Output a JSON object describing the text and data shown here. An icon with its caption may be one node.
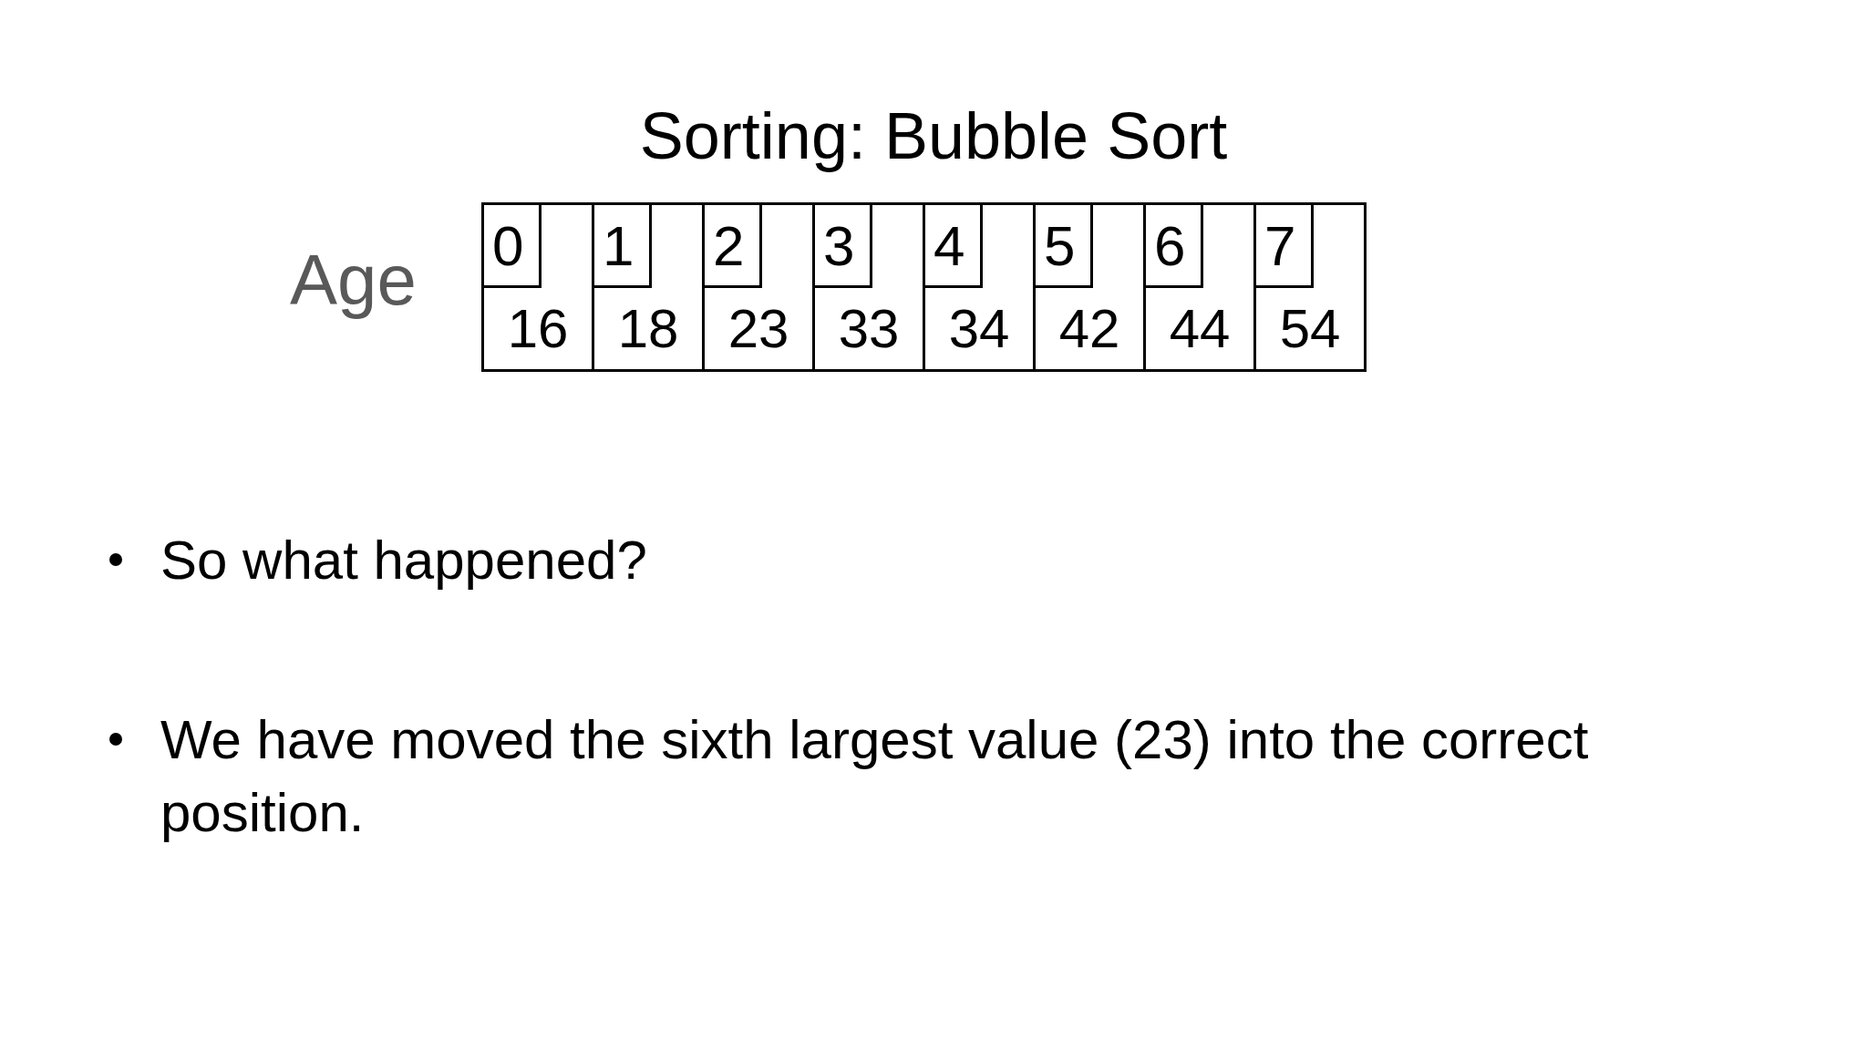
{
  "diagram": {
    "title": "Sorting: Bubble Sort",
    "nodes": [
      {
        "text": [
          "16"
        ]
      },
      {
        "text": [
          "0"
        ],
        "in": 0
      },
      {
        "text": [
          "18"
        ]
      },
      {
        "text": [
          "1"
        ],
        "in": 2
      },
      {
        "text": [
          "23"
        ]
      },
      {
        "text": [
          "2"
        ],
        "in": 4
      },
      {
        "text": [
          "33"
        ]
      },
      {
        "text": [
          "3"
        ],
        "in": 6
      },
      {
        "text": [
          "34"
        ]
      },
      {
        "text": [
          "4"
        ],
        "in": 8
      },
      {
        "text": [
          "42"
        ]
      },
      {
        "text": [
          "5"
        ],
        "in": 10
      },
      {
        "text": [
          "44"
        ]
      },
      {
        "text": [
          "6"
        ],
        "in": 12
      },
      {
        "text": [
          "54"
        ]
      },
      {
        "text": [
          "7"
        ],
        "in": 14
      }
    ],
    "labels": [
      "Age",
      "So what happened?",
      "We have moved the sixth largest value (23) into the correct position."
    ]
  }
}
